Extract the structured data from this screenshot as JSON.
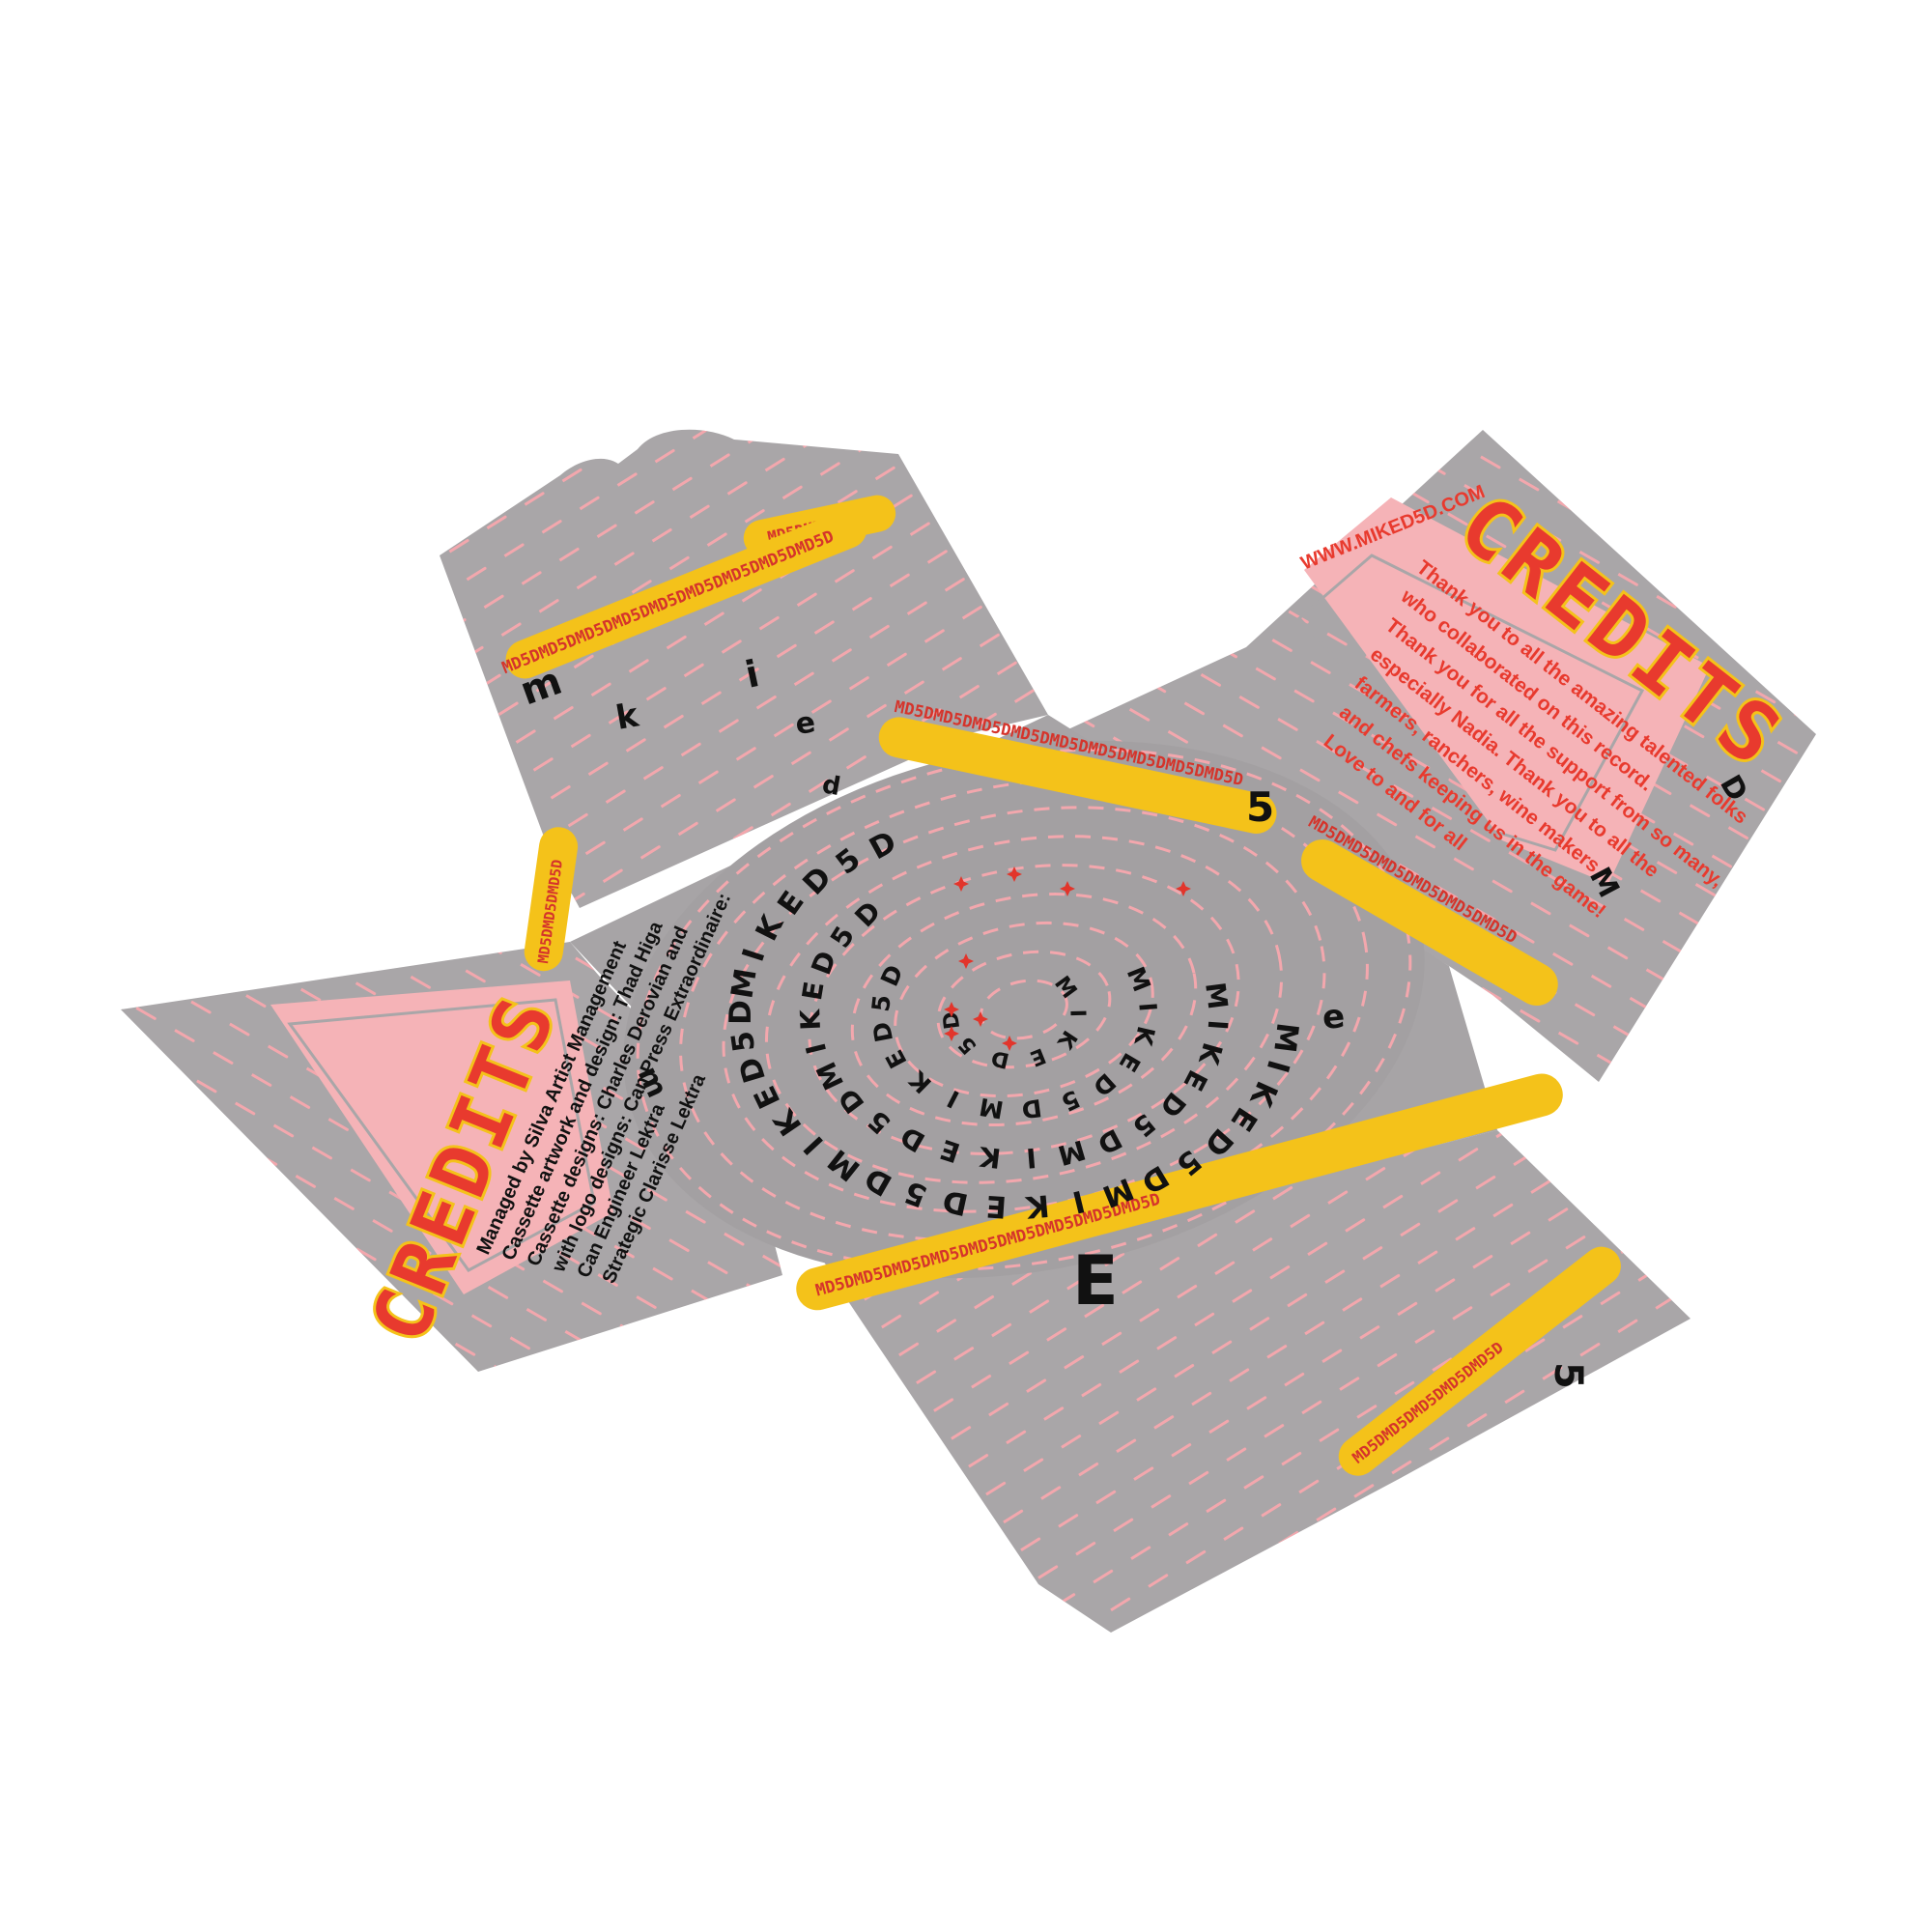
{
  "colors": {
    "panel": "#a9a6a8",
    "panel_shade": "#9e9b9d",
    "dash": "#f3a7ad",
    "pink_card": "#f5b3b7",
    "card_border": "#a9a6a8",
    "band": "#f4c21a",
    "band_text": "#d5342b",
    "heading": "#e83a2e",
    "ink": "#111111",
    "star": "#e2352b"
  },
  "right_flap": {
    "heading": "CREDITS",
    "website": "WWW.MIKED5D.COM",
    "lines": [
      "Thank you to all the amazing talented folks",
      "who collaborated on this record.",
      "Thank you for all the support from so many,",
      "especially Nadia. Thank you to all the",
      "farmers, ranchers, wine makers",
      "and chefs keeping us in the game!",
      "Love to and for all"
    ]
  },
  "left_flap": {
    "heading": "CREDITS",
    "lines": [
      "Managed by Silva Artist Management",
      "Cassette artwork and design: Thad Higa",
      "Cassette designs: Charles Derovian and",
      "with logo designs: Can Press Extraordinaire:",
      "Can Engineer Lektra",
      "Strategic Clarisse Lektra"
    ]
  },
  "bands": {
    "top_short": "MD5DMD5D",
    "top_long": "MD5DMD5DMD5DMD5DMD5DMD5DMD5DMD5DMD5D",
    "center_upper": "MD5DMD5DMD5DMD5DMD5DMD5DMD5DMD5DMD5D",
    "right_lower": "MD5DMD5DMD5DMD5DMD5DMD5D",
    "left_vertical": "MD5DMD5DMD5D",
    "bottom_long": "MD5DMD5DMD5DMD5DMD5DMD5DMD5DMD5DMD5D",
    "bottom_diagonal": "MD5DMD5DMD5DMD5DMD5D"
  },
  "spiral": {
    "rings": [
      "MIKED5D",
      "MIKED5D MIKED5D",
      "MIKED5D MIKED5D MIKED5D",
      "MIKED5D MIKED5D MIKED5D MIKED5D"
    ]
  },
  "scatter_letters": [
    "m",
    "i",
    "k",
    "e",
    "d",
    "5",
    "D",
    "M",
    "E",
    "5",
    "e",
    "m"
  ]
}
